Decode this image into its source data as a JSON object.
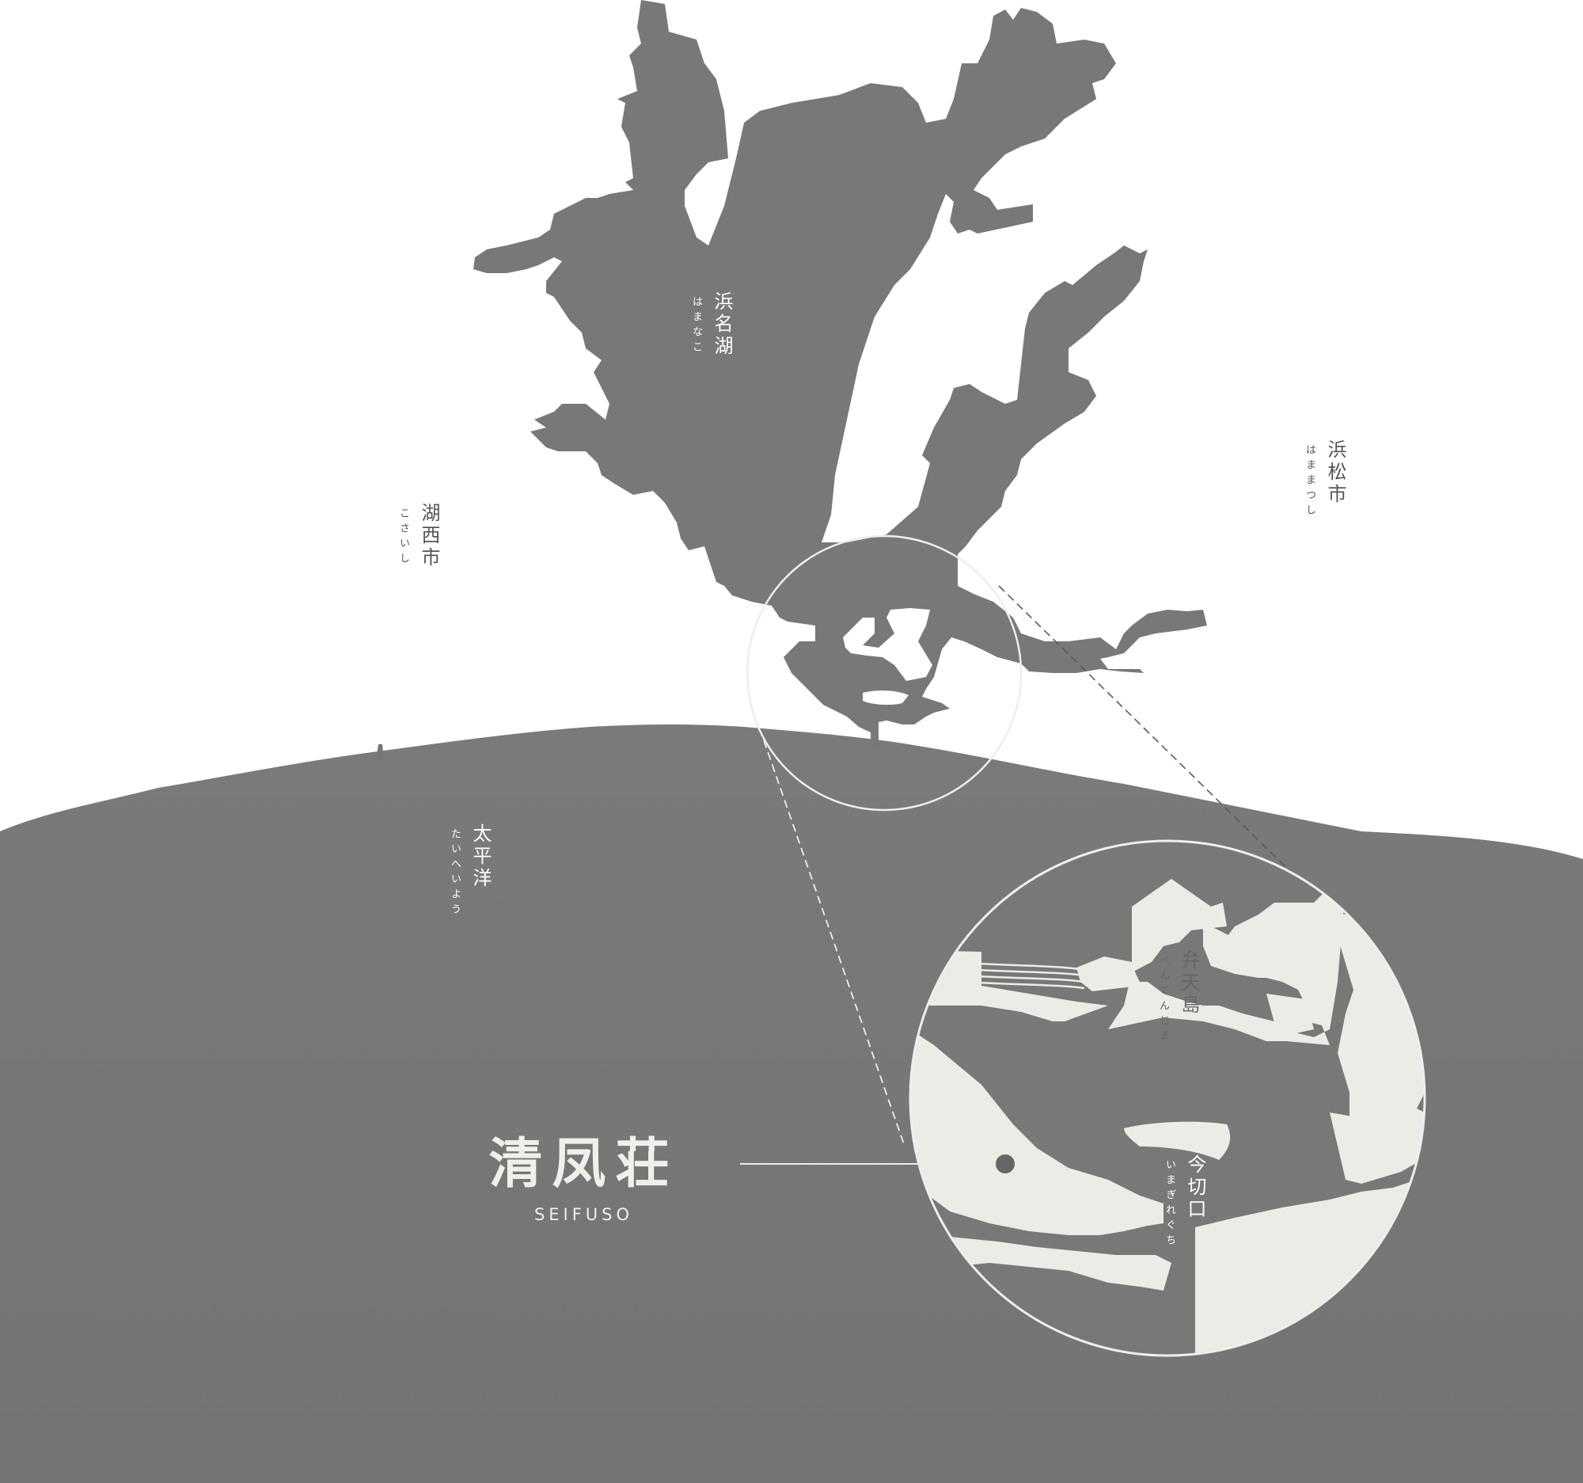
{
  "colors": {
    "land": "#ffffff",
    "water": "#777777",
    "inset_land": "#ecebe6",
    "outline": "#eeeeee"
  },
  "labels": {
    "hamanako": {
      "name": "浜名湖",
      "ruby": "はまなこ"
    },
    "kosai": {
      "name": "湖西市",
      "ruby": "こさいし"
    },
    "hamamatsu": {
      "name": "浜松市",
      "ruby": "はままつし"
    },
    "pacific": {
      "name": "太平洋",
      "ruby": "たいへいよう"
    },
    "bentenjima": {
      "name": "弁天島",
      "ruby": "べんてんじま"
    },
    "imakiriguchi": {
      "name": "今切口",
      "ruby": "いまぎれぐち"
    }
  },
  "brand": {
    "kanji": "清凤荘",
    "roman": "SEIFUSO"
  },
  "icons": [
    "location-marker-icon",
    "zoom-callout-icon"
  ]
}
